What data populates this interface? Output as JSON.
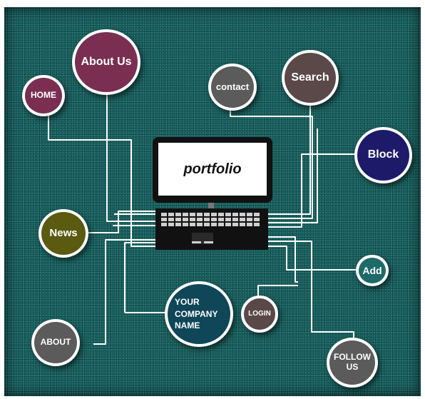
{
  "center": {
    "screen_text": "portfolio"
  },
  "nodes": {
    "about_us": {
      "label": "About Us",
      "color": "#7a2f52"
    },
    "home": {
      "label": "HOME",
      "color": "#7a2f52"
    },
    "contact": {
      "label": "contact",
      "color": "#5b5b5b"
    },
    "search": {
      "label": "Search",
      "color": "#5b4848"
    },
    "block": {
      "label": "Block",
      "color": "#1e1a6a"
    },
    "news": {
      "label": "News",
      "color": "#5a5a10"
    },
    "add": {
      "label": "Add",
      "color": "#1d6a68"
    },
    "company": {
      "label": "YOUR COMPANY NAME",
      "color": "#0f4658"
    },
    "login": {
      "label": "LOGIN",
      "color": "#5a4848"
    },
    "about": {
      "label": "ABOUT",
      "color": "#5b5b5b"
    },
    "follow_us": {
      "label": "FOLLOW US",
      "color": "#5b5b5b"
    }
  },
  "colors": {
    "background": "#1c6a68",
    "wire": "#ffffff"
  }
}
